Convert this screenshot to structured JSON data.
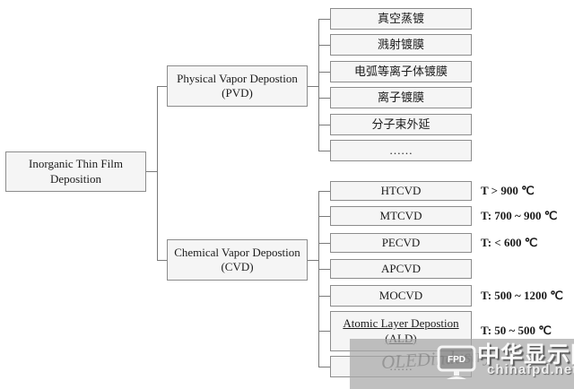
{
  "diagram": {
    "root": {
      "line1": "Inorganic Thin Film",
      "line2": "Deposition"
    },
    "pvd": {
      "title": "Physical Vapor Depostion",
      "abbr": "(PVD)",
      "items": [
        "真空蒸镀",
        "溅射镀膜",
        "电弧等离子体镀膜",
        "离子镀膜",
        "分子束外延",
        "……"
      ]
    },
    "cvd": {
      "title": "Chemical Vapor Depostion",
      "abbr": "(CVD)",
      "items": [
        {
          "label": "HTCVD",
          "temp": "T > 900 ℃"
        },
        {
          "label": "MTCVD",
          "temp": "T: 700 ~ 900 ℃"
        },
        {
          "label": "PECVD",
          "temp": "T: < 600 ℃"
        },
        {
          "label": "APCVD",
          "temp": ""
        },
        {
          "label": "MOCVD",
          "temp": "T: 500 ~ 1200 ℃"
        },
        {
          "label": "Atomic Layer Depostion",
          "label2": "(ALD)",
          "temp": "T: 50 ~ 500 ℃"
        },
        {
          "label": "……",
          "temp": ""
        }
      ]
    }
  },
  "watermark": {
    "site_name": "中华显示网",
    "site_url": "chinafpd.net",
    "monitor_label": "FPD",
    "faint_text": "OLEDindustry"
  },
  "colors": {
    "box_fill": "#f5f5f5",
    "box_border": "#8c8c8c",
    "line": "#7a7a7a",
    "text": "#1b1b1b",
    "watermark_band": "rgba(168,168,168,0.72)"
  }
}
